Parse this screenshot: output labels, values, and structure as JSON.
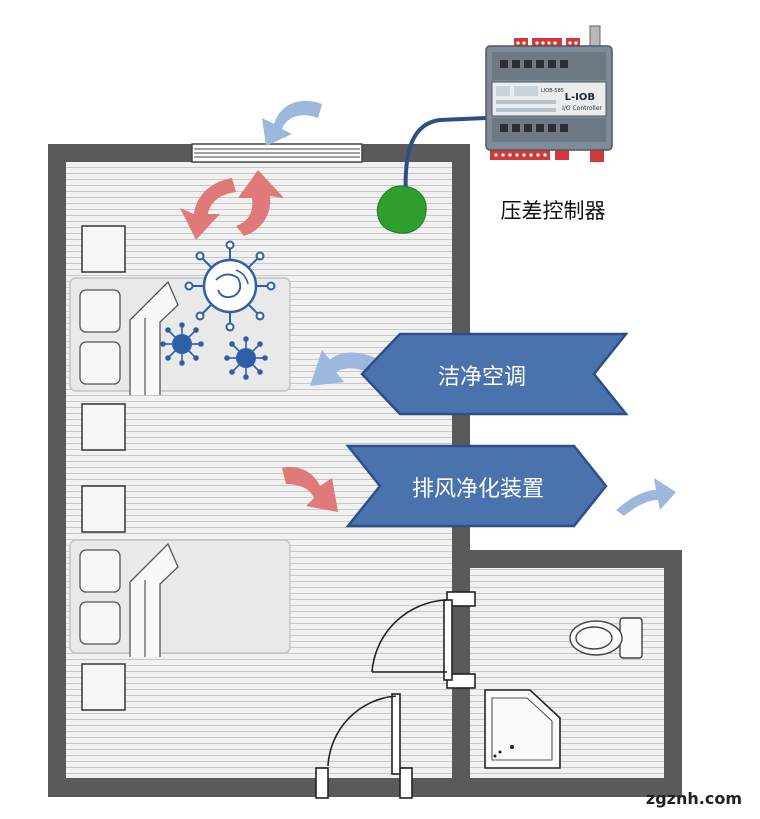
{
  "labels": {
    "controller": "压差控制器",
    "air_conditioner": "洁净空调",
    "exhaust_purifier": "排风净化装置",
    "watermark": "zgznh.com"
  },
  "device": {
    "brand_line": "L-IOB",
    "subtitle": "I/O Controller",
    "model": "LIOB-585"
  },
  "colors": {
    "wall": "#5a5a5a",
    "floor": "#f1f1f1",
    "floor_lines": "#c9c9c9",
    "banner_fill": "#4a73ad",
    "banner_stroke": "#2c4f85",
    "arrow_blue": "#9cb8dc",
    "arrow_red": "#e07a7a",
    "virus_blue": "#2f5fa8",
    "sensor_green": "#2e9e2e",
    "device_body": "#7f8c97",
    "terminal_red": "#d23a3a"
  }
}
